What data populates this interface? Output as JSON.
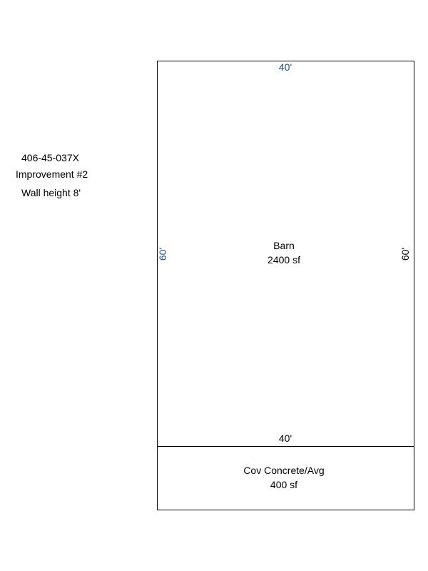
{
  "info": {
    "parcel_id": "406-45-037X",
    "improvement": "Improvement #2",
    "wall_height": "Wall height 8'"
  },
  "barn": {
    "name": "Barn",
    "area": "2400 sf",
    "top_dim": "40'",
    "left_dim": "60'",
    "right_dim": "60'",
    "bottom_dim": "40'"
  },
  "porch": {
    "name": "Cov Concrete/Avg",
    "area": "400 sf"
  },
  "colors": {
    "outline": "#000000",
    "dimension_blue": "#1f4e8c",
    "text": "#000000"
  }
}
